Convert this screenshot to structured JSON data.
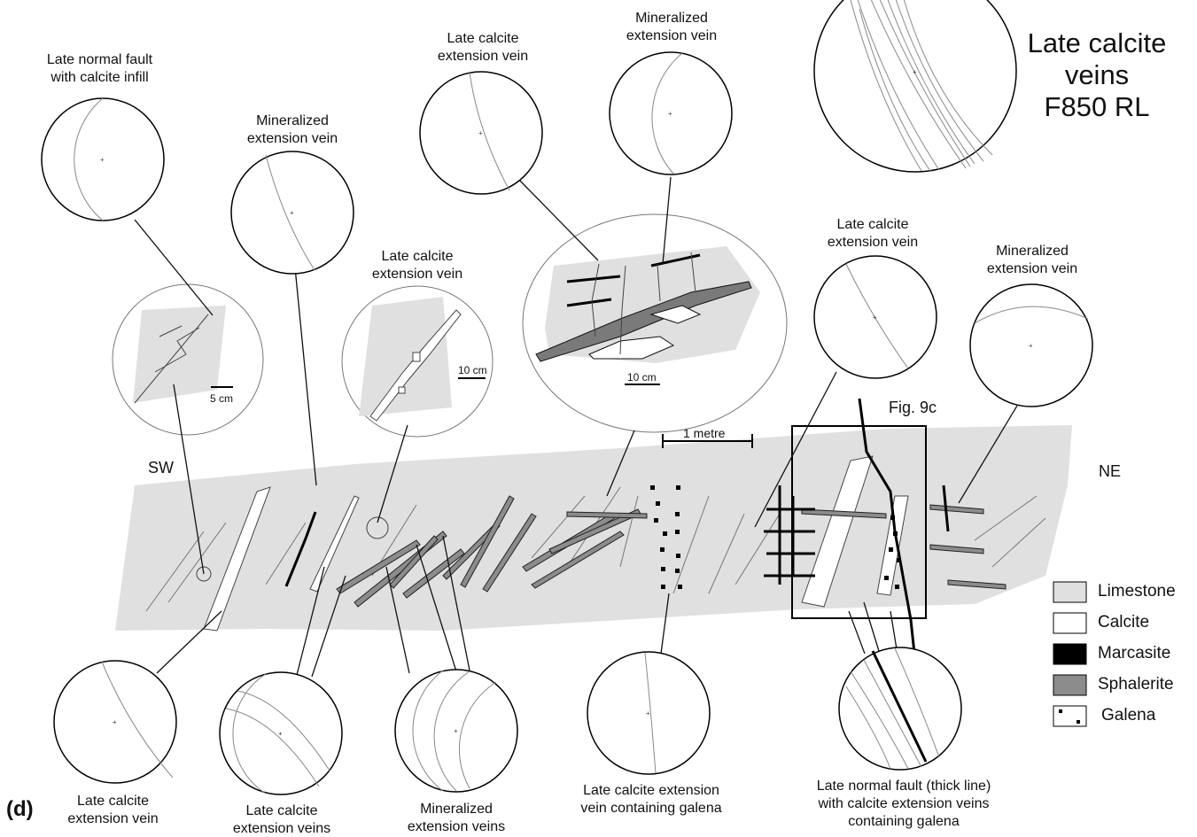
{
  "panel_letter": "(d)",
  "title": [
    "Late calcite",
    "veins",
    "F850 RL"
  ],
  "ends": {
    "left": "SW",
    "right": "NE"
  },
  "fig_ref": "Fig. 9c",
  "scales": {
    "outcrop": "1 metre",
    "a": "5 cm",
    "b": "10 cm",
    "c": "10 cm"
  },
  "top_labels": [
    [
      "Late normal fault",
      "with calcite infill"
    ],
    [
      "Mineralized",
      "extension vein"
    ],
    [
      "Late calcite",
      "extension vein"
    ],
    [
      "Late calcite",
      "extension vein"
    ],
    [
      "Mineralized",
      "extension vein"
    ],
    [
      "Late calcite",
      "extension vein"
    ],
    [
      "Mineralized",
      "extension vein"
    ]
  ],
  "bottom_labels": [
    [
      "Late calcite",
      "extension vein"
    ],
    [
      "Late calcite",
      "extension veins"
    ],
    [
      "Mineralized",
      "extension veins"
    ],
    [
      "Late calcite extension",
      "vein containing galena"
    ],
    [
      "Late normal fault (thick line)",
      "with calcite extension veins",
      "containing galena"
    ]
  ],
  "legend": [
    {
      "label": "Limestone",
      "swatch": "#e0e0e0"
    },
    {
      "label": "Calcite",
      "swatch": "#ffffff"
    },
    {
      "label": "Marcasite",
      "swatch": "#000000"
    },
    {
      "label": "Sphalerite",
      "swatch": "#8c8c8c"
    },
    {
      "label": "Galena",
      "swatch": "galena-dots"
    }
  ],
  "colors": {
    "limestone": "#e0e0e0",
    "sphalerite": "#7a7a7a",
    "ink": "#111111"
  }
}
